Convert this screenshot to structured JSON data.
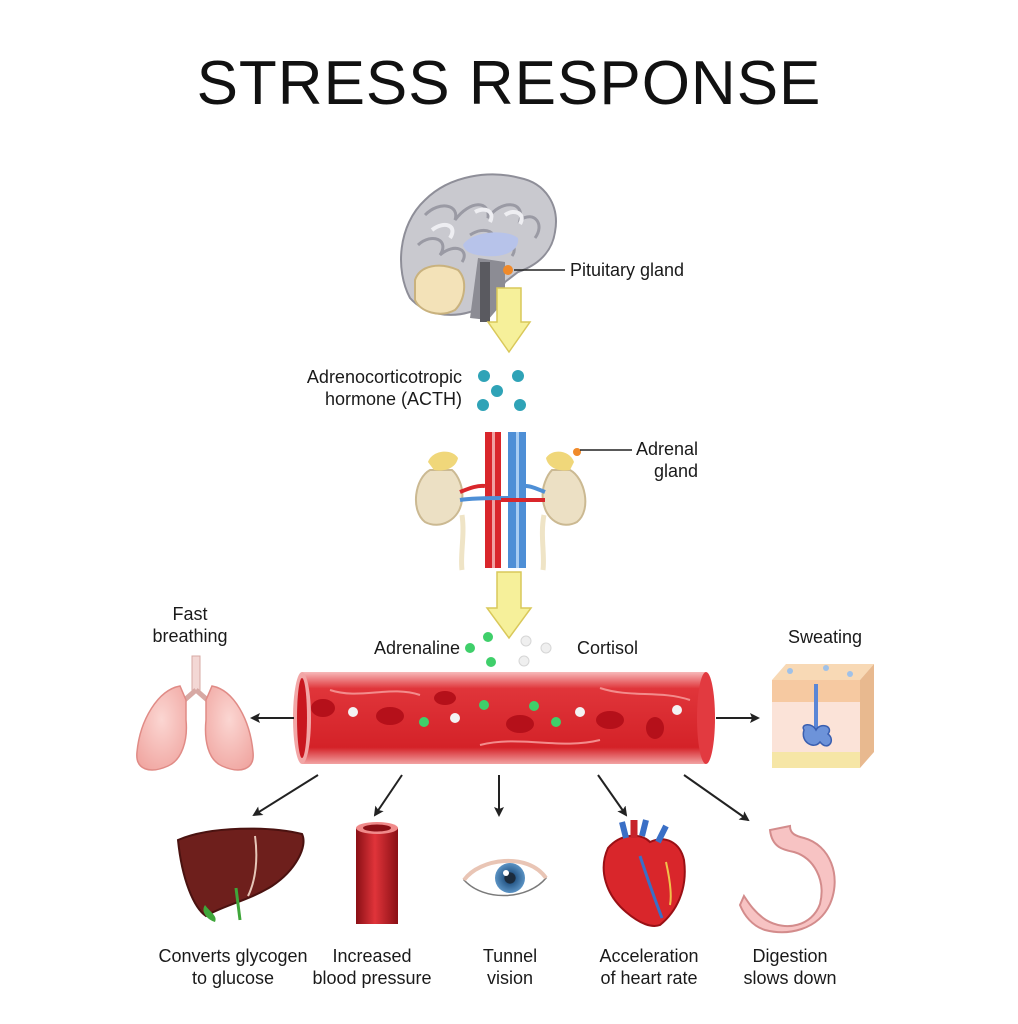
{
  "title": "STRESS RESPONSE",
  "labels": {
    "pituitary": "Pituitary gland",
    "acth_line1": "Adrenocorticotropic",
    "acth_line2": "hormone (ACTH)",
    "adrenal_line1": "Adrenal",
    "adrenal_line2": "gland",
    "adrenaline": "Adrenaline",
    "cortisol": "Cortisol",
    "fast_breathing_line1": "Fast",
    "fast_breathing_line2": "breathing",
    "sweating": "Sweating"
  },
  "effects": [
    {
      "line1": "Converts glycogen",
      "line2": "to glucose"
    },
    {
      "line1": "Increased",
      "line2": "blood pressure"
    },
    {
      "line1": "Tunnel",
      "line2": "vision"
    },
    {
      "line1": "Acceleration",
      "line2": "of heart rate"
    },
    {
      "line1": "Digestion",
      "line2": "slows down"
    }
  ],
  "colors": {
    "arrow_fill": "#f6f09a",
    "arrow_stroke": "#d9c85a",
    "acth": "#2fa3b7",
    "adrenaline": "#3fcf6a",
    "cortisol": "#f2f2f2",
    "vessel": "#d9262b",
    "blood_cell": "#b5101a"
  }
}
